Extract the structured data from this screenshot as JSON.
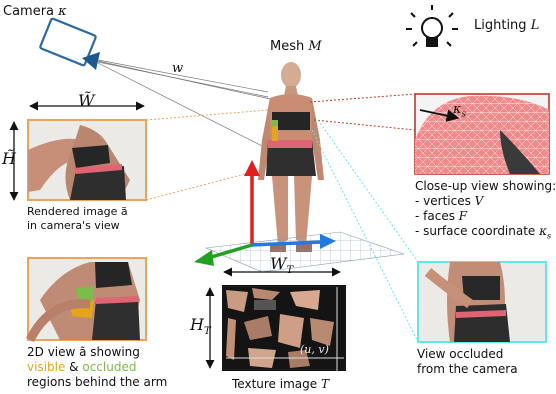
{
  "camera": {
    "label": "Camera",
    "symbol": "κ"
  },
  "mesh": {
    "label": "Mesh",
    "symbol": "M"
  },
  "lighting": {
    "label": "Lighting",
    "symbol": "L"
  },
  "ray_label": "w",
  "rendered": {
    "width_symbol": "W̃",
    "height_symbol": "H̃",
    "caption_line1": "Rendered image ã",
    "caption_line2": "in camera's view"
  },
  "view2d": {
    "caption_line1": "2D view ã showing",
    "visible_word": "visible",
    "amp": " & ",
    "occluded_word": "occluded",
    "caption_line3": "regions behind the arm"
  },
  "texture": {
    "width_symbol": "W",
    "width_sub": "T",
    "height_symbol": "H",
    "height_sub": "T",
    "coord_label": "(u, v)",
    "caption": "Texture image",
    "caption_symbol": "T"
  },
  "closeup": {
    "kappa_symbol": "κ",
    "kappa_sub": "s",
    "title": "Close-up view showing:",
    "item1": "- vertices",
    "item1_symbol": "V",
    "item2": "- faces",
    "item2_symbol": "F",
    "item3": "- surface coordinate",
    "item3_symbol": "κ",
    "item3_sub": "s"
  },
  "occluded_view": {
    "caption_line1": "View occluded",
    "caption_line2": "from the camera"
  },
  "colors": {
    "orange_frame": "#f0a15a",
    "cyan_frame": "#5de8ea",
    "red_frame": "#c0392b",
    "camera_body": "#2a6aa6",
    "axis_red": "#e02020",
    "axis_green": "#22a022",
    "axis_blue": "#1e7be0"
  }
}
